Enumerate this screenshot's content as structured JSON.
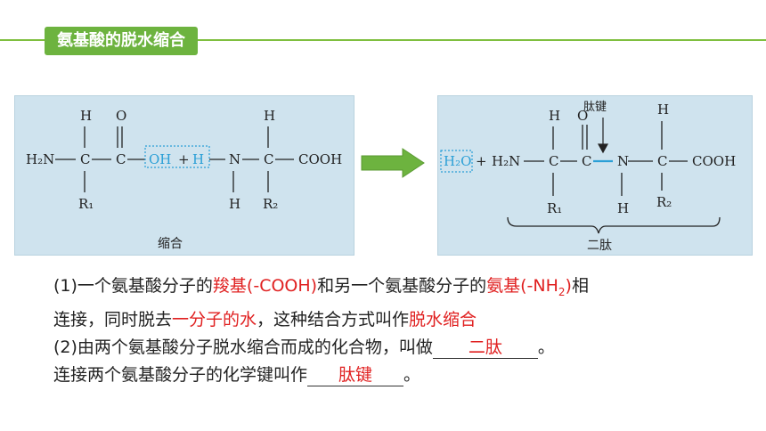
{
  "header": {
    "title": "氨基酸的脱水缩合"
  },
  "left_diagram": {
    "caption": "缩合",
    "atoms": {
      "h_top1": "H",
      "o_top": "O",
      "h_top2": "H",
      "h2n": "H₂N",
      "c1": "C",
      "c2": "C",
      "oh": "OH",
      "plus": "+",
      "h_mid": "H",
      "n": "N",
      "c3": "C",
      "c4": "C",
      "cooh": "COOH",
      "r1": "R₁",
      "h_bot": "H",
      "r2": "R₂"
    }
  },
  "right_diagram": {
    "caption": "二肽",
    "bond_label": "肽键",
    "atoms": {
      "h2o": "H₂O",
      "plus": "+",
      "h2n": "H₂N",
      "c1": "C",
      "c2": "C",
      "n": "N",
      "c3": "C",
      "c4": "C",
      "cooh": "COOH",
      "h_top1": "H",
      "o_top": "O",
      "h_top2": "H",
      "r1": "R₁",
      "h_bot": "H",
      "r2": "R₂"
    }
  },
  "text": {
    "l1_a": "(1)一个氨基酸分子的",
    "l1_red1": "羧基(-COOH)",
    "l1_b": "和另一个氨基酸分子的",
    "l1_red2_a": "氨基(-NH",
    "l1_red2_sub": "2",
    "l1_red2_b": ")",
    "l1_c": "相",
    "l2_a": "连接，同时脱去",
    "l2_red1": "一分子的水",
    "l2_b": "，这种结合方式叫作",
    "l2_red2": "脱水缩合",
    "l3_a": "(2)由两个氨基酸分子脱水缩合而成的化合物，叫做",
    "l3_blank": "二肽",
    "l3_b": "。",
    "l4_a": "连接两个氨基酸分子的化学键叫作",
    "l4_blank": "肽键",
    "l4_b": "。"
  },
  "colors": {
    "green": "#6db33f",
    "red": "#e02020",
    "blue": "#2a9fd6",
    "panel": "#cfe3ee"
  }
}
